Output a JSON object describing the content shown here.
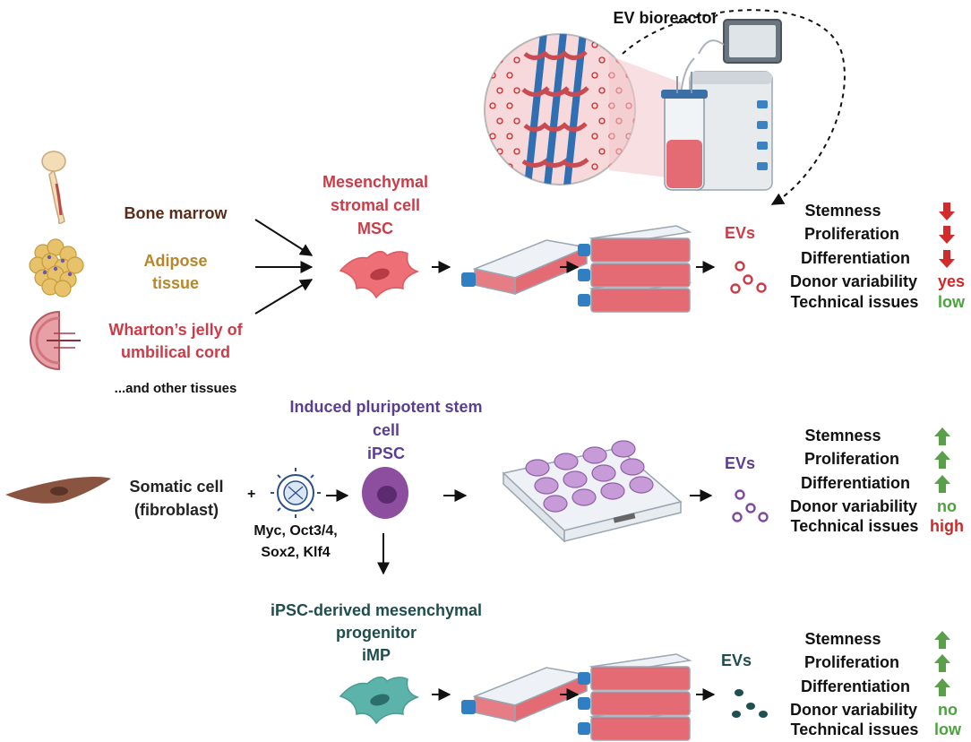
{
  "title": "EV bioreactor",
  "colors": {
    "brown": "#5a2d1a",
    "gold": "#b8862b",
    "red": "#cc3b47",
    "purple": "#5b3f8f",
    "teal": "#1f4d4d",
    "dark": "#111111",
    "down_arrow": "#d22b2b",
    "up_arrow": "#5aa04a",
    "yes": "#cc2a2a",
    "low": "#4ca33e",
    "high": "#cc2a2a",
    "no": "#4ca33e"
  },
  "sources": {
    "bone_marrow": "Bone marrow",
    "adipose": [
      "Adipose",
      "tissue"
    ],
    "wharton": [
      "Wharton’s jelly of",
      "umbilical cord"
    ],
    "other": "...and other tissues"
  },
  "msc": {
    "label": [
      "Mesenchymal",
      "stromal cell",
      "MSC"
    ],
    "ev_label": "EVs"
  },
  "ipsc": {
    "label": [
      "Induced pluripotent stem",
      "cell",
      "iPSC"
    ],
    "somatic": [
      "Somatic cell",
      "(fibroblast)"
    ],
    "plus": "+",
    "factors": [
      "Myc, Oct3/4,",
      "Sox2, Klf4"
    ],
    "ev_label": "EVs"
  },
  "imp": {
    "label": [
      "iPSC-derived mesenchymal",
      "progenitor",
      "iMP"
    ],
    "ev_label": "EVs"
  },
  "property_names": [
    "Stemness",
    "Proliferation",
    "Differentiation",
    "Donor variability",
    "Technical issues"
  ],
  "panels": [
    {
      "id": "msc",
      "arrows": [
        "down",
        "down",
        "down"
      ],
      "donor_variability": "yes",
      "technical_issues": "low"
    },
    {
      "id": "ipsc",
      "arrows": [
        "up",
        "up",
        "up"
      ],
      "donor_variability": "no",
      "technical_issues": "high"
    },
    {
      "id": "imp",
      "arrows": [
        "up",
        "up",
        "up"
      ],
      "donor_variability": "no",
      "technical_issues": "low"
    }
  ]
}
